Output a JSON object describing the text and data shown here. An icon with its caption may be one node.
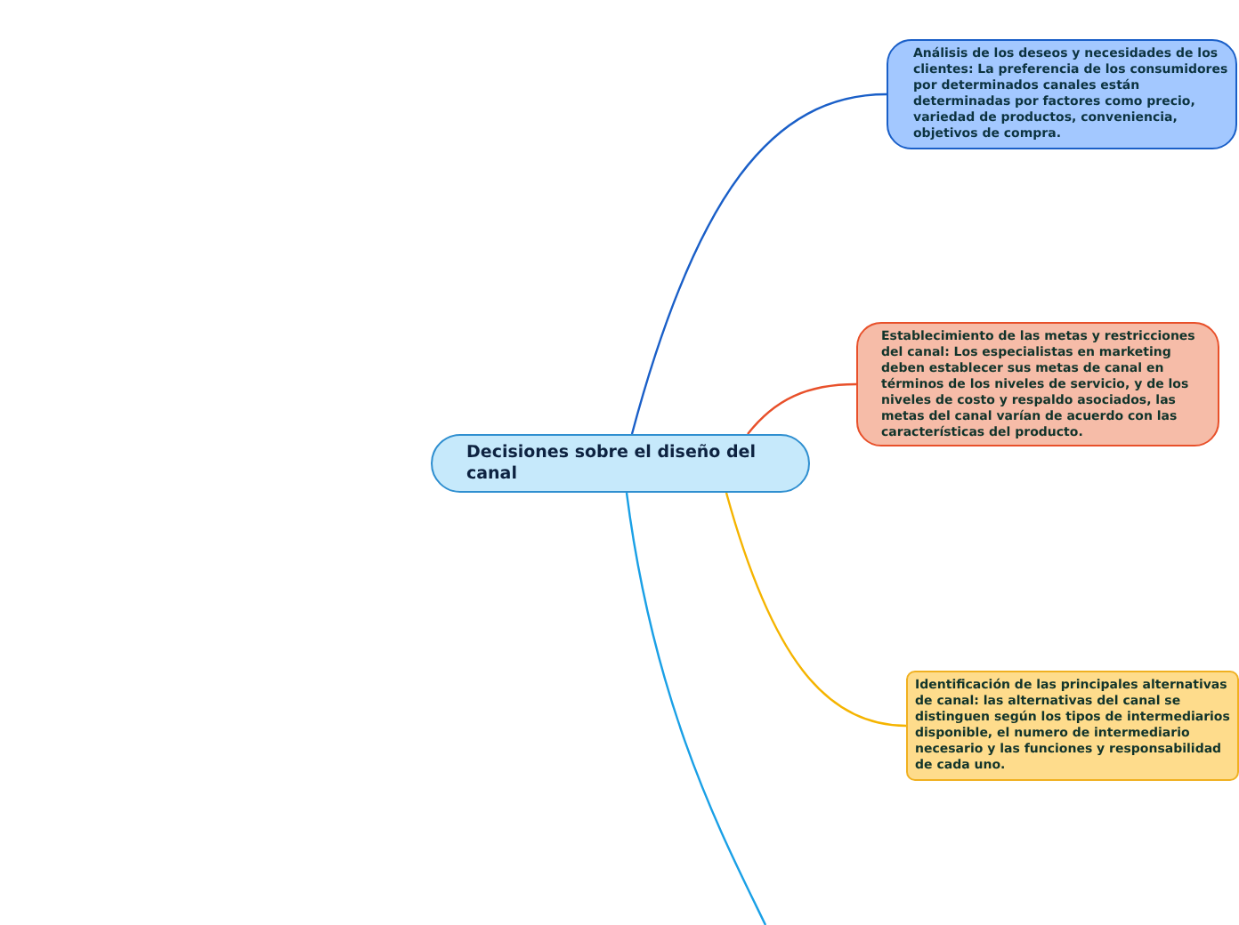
{
  "diagram": {
    "nodes": [
      {
        "text": [
          "Decisiones sobre el diseño del canal"
        ]
      },
      {
        "text": [
          "Análisis de los deseos y necesidades de los clientes: La preferencia de los consumidores por determinados canales están determinadas por factores como precio, variedad de productos, conveniencia, objetivos de compra."
        ]
      },
      {
        "text": [
          "Establecimiento de las metas y restricciones del canal: Los especialistas en marketing deben establecer sus metas de canal en términos de los niveles de servicio, y de los niveles de costo y respaldo asociados, las metas del canal varían de acuerdo con las características del producto."
        ]
      },
      {
        "text": [
          "Identificación de las principales alternativas de canal: las alternativas del canal se distinguen según los tipos  de intermediarios disponible, el numero de intermediario necesario y las funciones y responsabilidad de cada uno."
        ]
      }
    ],
    "edges": [
      {
        "from": 0,
        "to": 1,
        "arrow": "none",
        "color": "#1a5fc8"
      },
      {
        "from": 0,
        "to": 2,
        "arrow": "none",
        "color": "#e8502a"
      },
      {
        "from": 0,
        "to": 3,
        "arrow": "none",
        "color": "#f5b400"
      },
      {
        "from": 0,
        "to": null,
        "arrow": "none",
        "color": "#1aa0e6"
      }
    ]
  }
}
